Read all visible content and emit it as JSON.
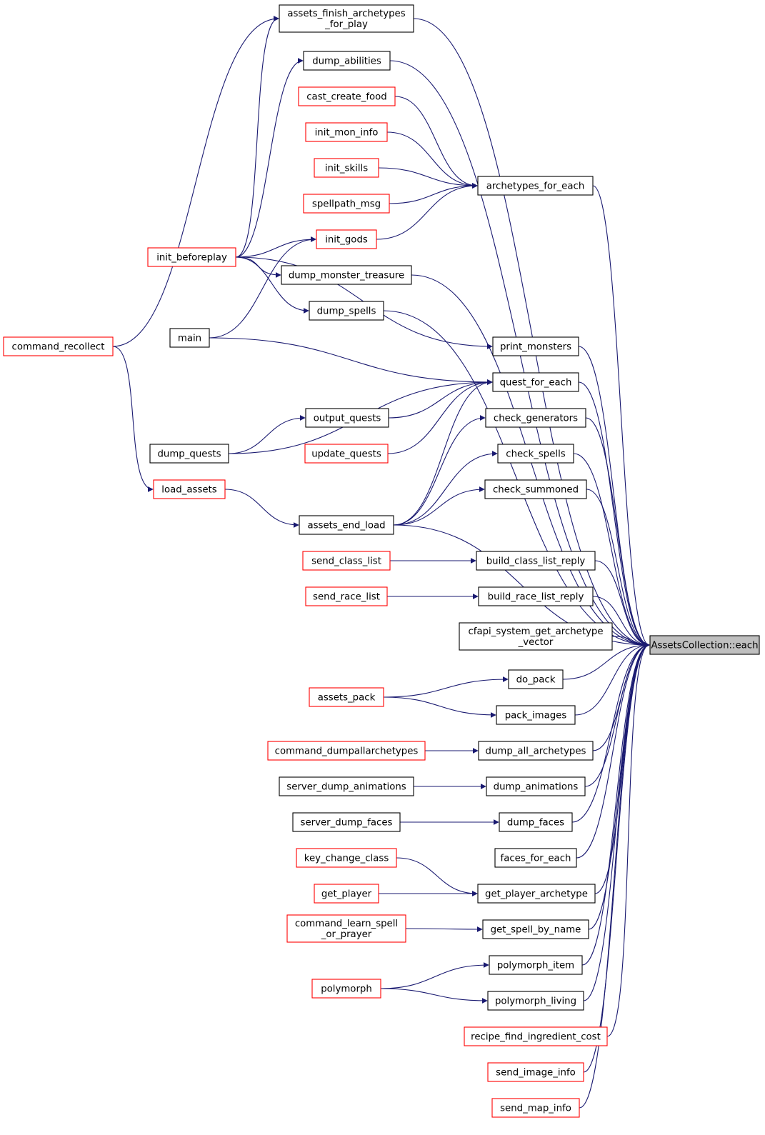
{
  "colors": {
    "edge": "#191970",
    "border_plain": "#000000",
    "border_truncated": "#ff0000",
    "focus_fill": "#bfbfbf"
  },
  "nodes": [
    {
      "id": "focus",
      "lines": [
        "AssetsCollection::each"
      ],
      "style": "focus"
    },
    {
      "id": "assets_finish_archetypes_for_play",
      "lines": [
        "assets_finish_archetypes",
        "_for_play"
      ],
      "style": "black"
    },
    {
      "id": "dump_abilities",
      "lines": [
        "dump_abilities"
      ],
      "style": "black"
    },
    {
      "id": "cast_create_food",
      "lines": [
        "cast_create_food"
      ],
      "style": "red"
    },
    {
      "id": "init_mon_info",
      "lines": [
        "init_mon_info"
      ],
      "style": "red"
    },
    {
      "id": "init_skills",
      "lines": [
        "init_skills"
      ],
      "style": "red"
    },
    {
      "id": "spellpath_msg",
      "lines": [
        "spellpath_msg"
      ],
      "style": "red"
    },
    {
      "id": "init_gods",
      "lines": [
        "init_gods"
      ],
      "style": "red"
    },
    {
      "id": "archetypes_for_each",
      "lines": [
        "archetypes_for_each"
      ],
      "style": "black"
    },
    {
      "id": "init_beforeplay",
      "lines": [
        "init_beforeplay"
      ],
      "style": "red"
    },
    {
      "id": "dump_monster_treasure",
      "lines": [
        "dump_monster_treasure"
      ],
      "style": "black"
    },
    {
      "id": "dump_spells",
      "lines": [
        "dump_spells"
      ],
      "style": "black"
    },
    {
      "id": "main",
      "lines": [
        "main"
      ],
      "style": "black"
    },
    {
      "id": "command_recollect",
      "lines": [
        "command_recollect"
      ],
      "style": "red"
    },
    {
      "id": "print_monsters",
      "lines": [
        "print_monsters"
      ],
      "style": "black"
    },
    {
      "id": "quest_for_each",
      "lines": [
        "quest_for_each"
      ],
      "style": "black"
    },
    {
      "id": "output_quests",
      "lines": [
        "output_quests"
      ],
      "style": "black"
    },
    {
      "id": "check_generators",
      "lines": [
        "check_generators"
      ],
      "style": "black"
    },
    {
      "id": "update_quests",
      "lines": [
        "update_quests"
      ],
      "style": "red"
    },
    {
      "id": "dump_quests",
      "lines": [
        "dump_quests"
      ],
      "style": "black"
    },
    {
      "id": "check_spells",
      "lines": [
        "check_spells"
      ],
      "style": "black"
    },
    {
      "id": "load_assets",
      "lines": [
        "load_assets"
      ],
      "style": "red"
    },
    {
      "id": "check_summoned",
      "lines": [
        "check_summoned"
      ],
      "style": "black"
    },
    {
      "id": "assets_end_load",
      "lines": [
        "assets_end_load"
      ],
      "style": "black"
    },
    {
      "id": "send_class_list",
      "lines": [
        "send_class_list"
      ],
      "style": "red"
    },
    {
      "id": "build_class_list_reply",
      "lines": [
        "build_class_list_reply"
      ],
      "style": "black"
    },
    {
      "id": "send_race_list",
      "lines": [
        "send_race_list"
      ],
      "style": "red"
    },
    {
      "id": "build_race_list_reply",
      "lines": [
        "build_race_list_reply"
      ],
      "style": "black"
    },
    {
      "id": "cfapi_system_get_archetype_vector",
      "lines": [
        "cfapi_system_get_archetype",
        "_vector"
      ],
      "style": "black"
    },
    {
      "id": "do_pack",
      "lines": [
        "do_pack"
      ],
      "style": "black"
    },
    {
      "id": "assets_pack",
      "lines": [
        "assets_pack"
      ],
      "style": "red"
    },
    {
      "id": "pack_images",
      "lines": [
        "pack_images"
      ],
      "style": "black"
    },
    {
      "id": "command_dumpallarchetypes",
      "lines": [
        "command_dumpallarchetypes"
      ],
      "style": "red"
    },
    {
      "id": "dump_all_archetypes",
      "lines": [
        "dump_all_archetypes"
      ],
      "style": "black"
    },
    {
      "id": "server_dump_animations",
      "lines": [
        "server_dump_animations"
      ],
      "style": "black"
    },
    {
      "id": "dump_animations",
      "lines": [
        "dump_animations"
      ],
      "style": "black"
    },
    {
      "id": "server_dump_faces",
      "lines": [
        "server_dump_faces"
      ],
      "style": "black"
    },
    {
      "id": "dump_faces",
      "lines": [
        "dump_faces"
      ],
      "style": "black"
    },
    {
      "id": "faces_for_each",
      "lines": [
        "faces_for_each"
      ],
      "style": "black"
    },
    {
      "id": "key_change_class",
      "lines": [
        "key_change_class"
      ],
      "style": "red"
    },
    {
      "id": "get_player_archetype",
      "lines": [
        "get_player_archetype"
      ],
      "style": "black"
    },
    {
      "id": "get_player",
      "lines": [
        "get_player"
      ],
      "style": "red"
    },
    {
      "id": "command_learn_spell_or_prayer",
      "lines": [
        "command_learn_spell",
        "_or_prayer"
      ],
      "style": "red"
    },
    {
      "id": "get_spell_by_name",
      "lines": [
        "get_spell_by_name"
      ],
      "style": "black"
    },
    {
      "id": "polymorph_item",
      "lines": [
        "polymorph_item"
      ],
      "style": "black"
    },
    {
      "id": "polymorph",
      "lines": [
        "polymorph"
      ],
      "style": "red"
    },
    {
      "id": "polymorph_living",
      "lines": [
        "polymorph_living"
      ],
      "style": "black"
    },
    {
      "id": "recipe_find_ingredient_cost",
      "lines": [
        "recipe_find_ingredient_cost"
      ],
      "style": "red"
    },
    {
      "id": "send_image_info",
      "lines": [
        "send_image_info"
      ],
      "style": "red"
    },
    {
      "id": "send_map_info",
      "lines": [
        "send_map_info"
      ],
      "style": "red"
    }
  ],
  "edges": [
    {
      "from": "assets_finish_archetypes_for_play",
      "to": "focus"
    },
    {
      "from": "dump_abilities",
      "to": "focus"
    },
    {
      "from": "archetypes_for_each",
      "to": "focus"
    },
    {
      "from": "dump_monster_treasure",
      "to": "focus"
    },
    {
      "from": "dump_spells",
      "to": "focus"
    },
    {
      "from": "print_monsters",
      "to": "focus"
    },
    {
      "from": "quest_for_each",
      "to": "focus"
    },
    {
      "from": "check_generators",
      "to": "focus"
    },
    {
      "from": "check_spells",
      "to": "focus"
    },
    {
      "from": "check_summoned",
      "to": "focus"
    },
    {
      "from": "assets_end_load",
      "to": "focus"
    },
    {
      "from": "build_class_list_reply",
      "to": "focus"
    },
    {
      "from": "build_race_list_reply",
      "to": "focus"
    },
    {
      "from": "cfapi_system_get_archetype_vector",
      "to": "focus"
    },
    {
      "from": "do_pack",
      "to": "focus"
    },
    {
      "from": "pack_images",
      "to": "focus"
    },
    {
      "from": "dump_all_archetypes",
      "to": "focus"
    },
    {
      "from": "dump_animations",
      "to": "focus"
    },
    {
      "from": "dump_faces",
      "to": "focus"
    },
    {
      "from": "faces_for_each",
      "to": "focus"
    },
    {
      "from": "get_player_archetype",
      "to": "focus"
    },
    {
      "from": "get_spell_by_name",
      "to": "focus"
    },
    {
      "from": "polymorph_item",
      "to": "focus"
    },
    {
      "from": "polymorph_living",
      "to": "focus"
    },
    {
      "from": "recipe_find_ingredient_cost",
      "to": "focus"
    },
    {
      "from": "send_image_info",
      "to": "focus"
    },
    {
      "from": "send_map_info",
      "to": "focus"
    },
    {
      "from": "cast_create_food",
      "to": "archetypes_for_each"
    },
    {
      "from": "init_mon_info",
      "to": "archetypes_for_each"
    },
    {
      "from": "init_skills",
      "to": "archetypes_for_each"
    },
    {
      "from": "spellpath_msg",
      "to": "archetypes_for_each"
    },
    {
      "from": "init_gods",
      "to": "archetypes_for_each"
    },
    {
      "from": "init_beforeplay",
      "to": "assets_finish_archetypes_for_play"
    },
    {
      "from": "init_beforeplay",
      "to": "dump_abilities"
    },
    {
      "from": "init_beforeplay",
      "to": "init_gods"
    },
    {
      "from": "init_beforeplay",
      "to": "dump_monster_treasure"
    },
    {
      "from": "init_beforeplay",
      "to": "dump_spells"
    },
    {
      "from": "init_beforeplay",
      "to": "print_monsters"
    },
    {
      "from": "main",
      "to": "init_gods"
    },
    {
      "from": "main",
      "to": "quest_for_each"
    },
    {
      "from": "command_recollect",
      "to": "assets_finish_archetypes_for_play"
    },
    {
      "from": "command_recollect",
      "to": "load_assets"
    },
    {
      "from": "output_quests",
      "to": "quest_for_each"
    },
    {
      "from": "update_quests",
      "to": "quest_for_each"
    },
    {
      "from": "dump_quests",
      "to": "output_quests"
    },
    {
      "from": "dump_quests",
      "to": "quest_for_each"
    },
    {
      "from": "load_assets",
      "to": "assets_end_load"
    },
    {
      "from": "assets_end_load",
      "to": "quest_for_each"
    },
    {
      "from": "assets_end_load",
      "to": "check_generators"
    },
    {
      "from": "assets_end_load",
      "to": "check_spells"
    },
    {
      "from": "assets_end_load",
      "to": "check_summoned"
    },
    {
      "from": "send_class_list",
      "to": "build_class_list_reply"
    },
    {
      "from": "send_race_list",
      "to": "build_race_list_reply"
    },
    {
      "from": "assets_pack",
      "to": "do_pack"
    },
    {
      "from": "assets_pack",
      "to": "pack_images"
    },
    {
      "from": "command_dumpallarchetypes",
      "to": "dump_all_archetypes"
    },
    {
      "from": "server_dump_animations",
      "to": "dump_animations"
    },
    {
      "from": "server_dump_faces",
      "to": "dump_faces"
    },
    {
      "from": "key_change_class",
      "to": "get_player_archetype"
    },
    {
      "from": "get_player",
      "to": "get_player_archetype"
    },
    {
      "from": "command_learn_spell_or_prayer",
      "to": "get_spell_by_name"
    },
    {
      "from": "polymorph",
      "to": "polymorph_item"
    },
    {
      "from": "polymorph",
      "to": "polymorph_living"
    }
  ]
}
